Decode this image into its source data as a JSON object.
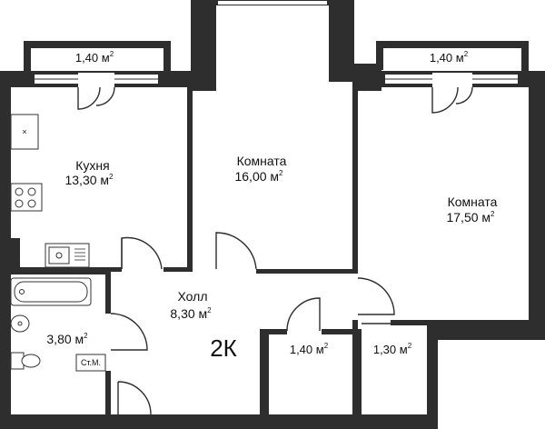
{
  "rooms": {
    "kitchen": {
      "name": "Кухня",
      "area": "13,30 м"
    },
    "room1": {
      "name": "Комната",
      "area": "16,00 м"
    },
    "room2": {
      "name": "Комната",
      "area": "17,50 м"
    },
    "hall": {
      "name": "Холл",
      "area": "8,30 м"
    },
    "bathroom": {
      "area": "3,80 м"
    },
    "balcony_left": {
      "area": "1,40 м"
    },
    "balcony_right": {
      "area": "1,40 м"
    },
    "storage1": {
      "area": "1,40 м"
    },
    "storage2": {
      "area": "1,30 м"
    }
  },
  "area_superscript": "2",
  "washer_label": "Ст.М.",
  "layout_label": "2К"
}
